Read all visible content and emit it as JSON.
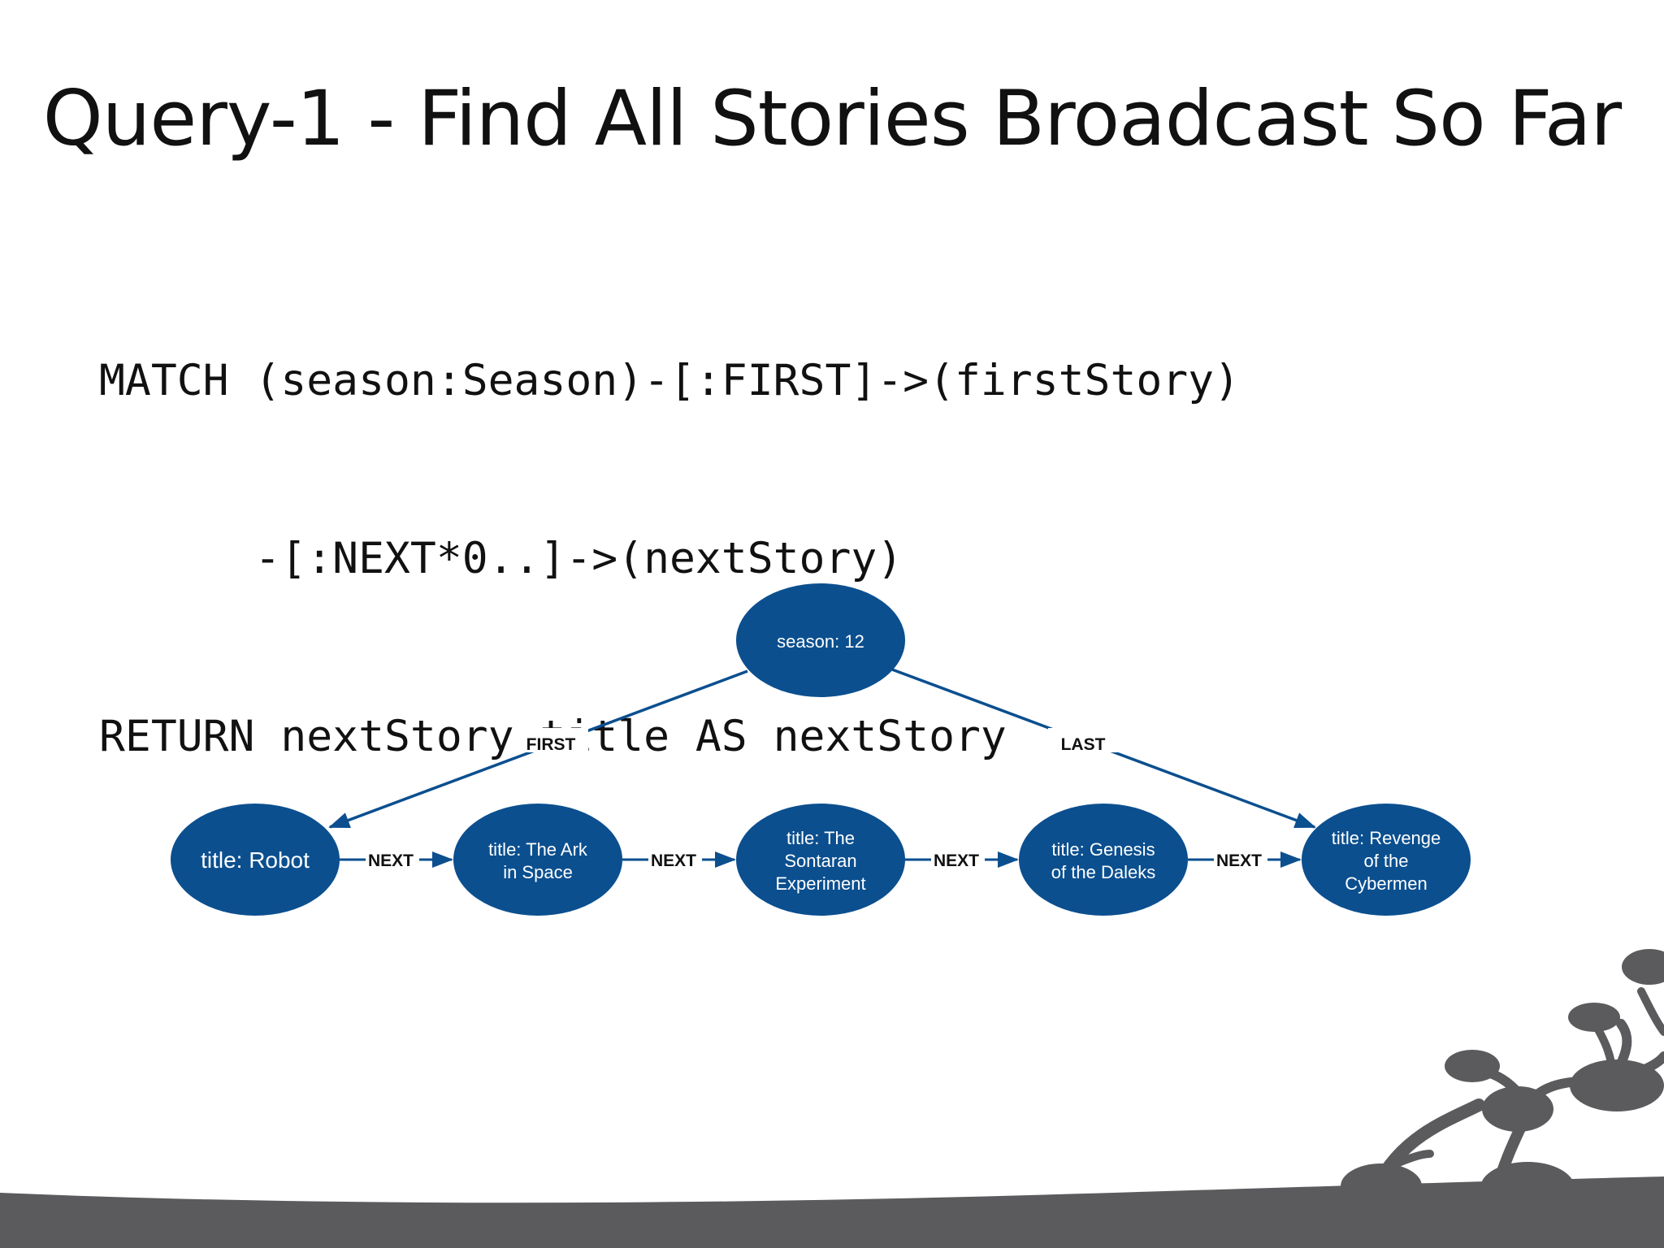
{
  "slide": {
    "title": "Query-1 - Find All Stories Broadcast So Far",
    "code_lines": [
      "MATCH (season:Season)-[:FIRST]->(firstStory)",
      "      -[:NEXT*0..]->(nextStory)",
      "RETURN nextStory.title AS nextStory"
    ]
  },
  "diagram": {
    "node_color": "#0b4f8f",
    "season_node": {
      "lines": [
        "season: 12"
      ]
    },
    "story_nodes": [
      {
        "lines": [
          "title: Robot"
        ]
      },
      {
        "lines": [
          "title: The Ark",
          "in Space"
        ]
      },
      {
        "lines": [
          "title: The",
          "Sontaran",
          "Experiment"
        ]
      },
      {
        "lines": [
          "title: Genesis",
          "of the Daleks"
        ]
      },
      {
        "lines": [
          "title: Revenge",
          "of the",
          "Cybermen"
        ]
      }
    ],
    "edge_labels": {
      "first": "FIRST",
      "last": "LAST",
      "next": [
        "NEXT",
        "NEXT",
        "NEXT",
        "NEXT"
      ]
    }
  },
  "decoration": {
    "color": "#5b5b5e"
  }
}
